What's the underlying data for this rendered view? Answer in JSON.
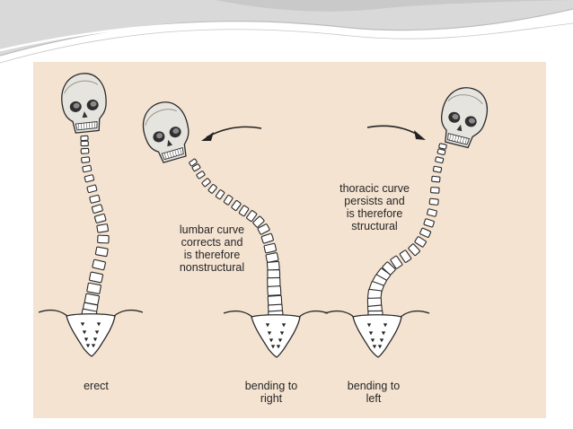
{
  "figure": {
    "panels": [
      {
        "id": "erect",
        "caption": "erect",
        "annotation": ""
      },
      {
        "id": "bending-right",
        "caption": "bending to\nright",
        "annotation": "lumbar curve\ncorrects and\nis therefore\nnonstructural",
        "arrow": "left"
      },
      {
        "id": "bending-left",
        "caption": "bending to\nleft",
        "annotation": "thoracic curve\npersists and\nis therefore\nstructural",
        "arrow": "right"
      }
    ]
  },
  "colors": {
    "panel_background": "#f4e3d1",
    "header_gray": "#cfcfcf",
    "bone_fill": "#ffffff",
    "outline": "#2a2a2a",
    "skull_fill": "#e6e4de"
  }
}
